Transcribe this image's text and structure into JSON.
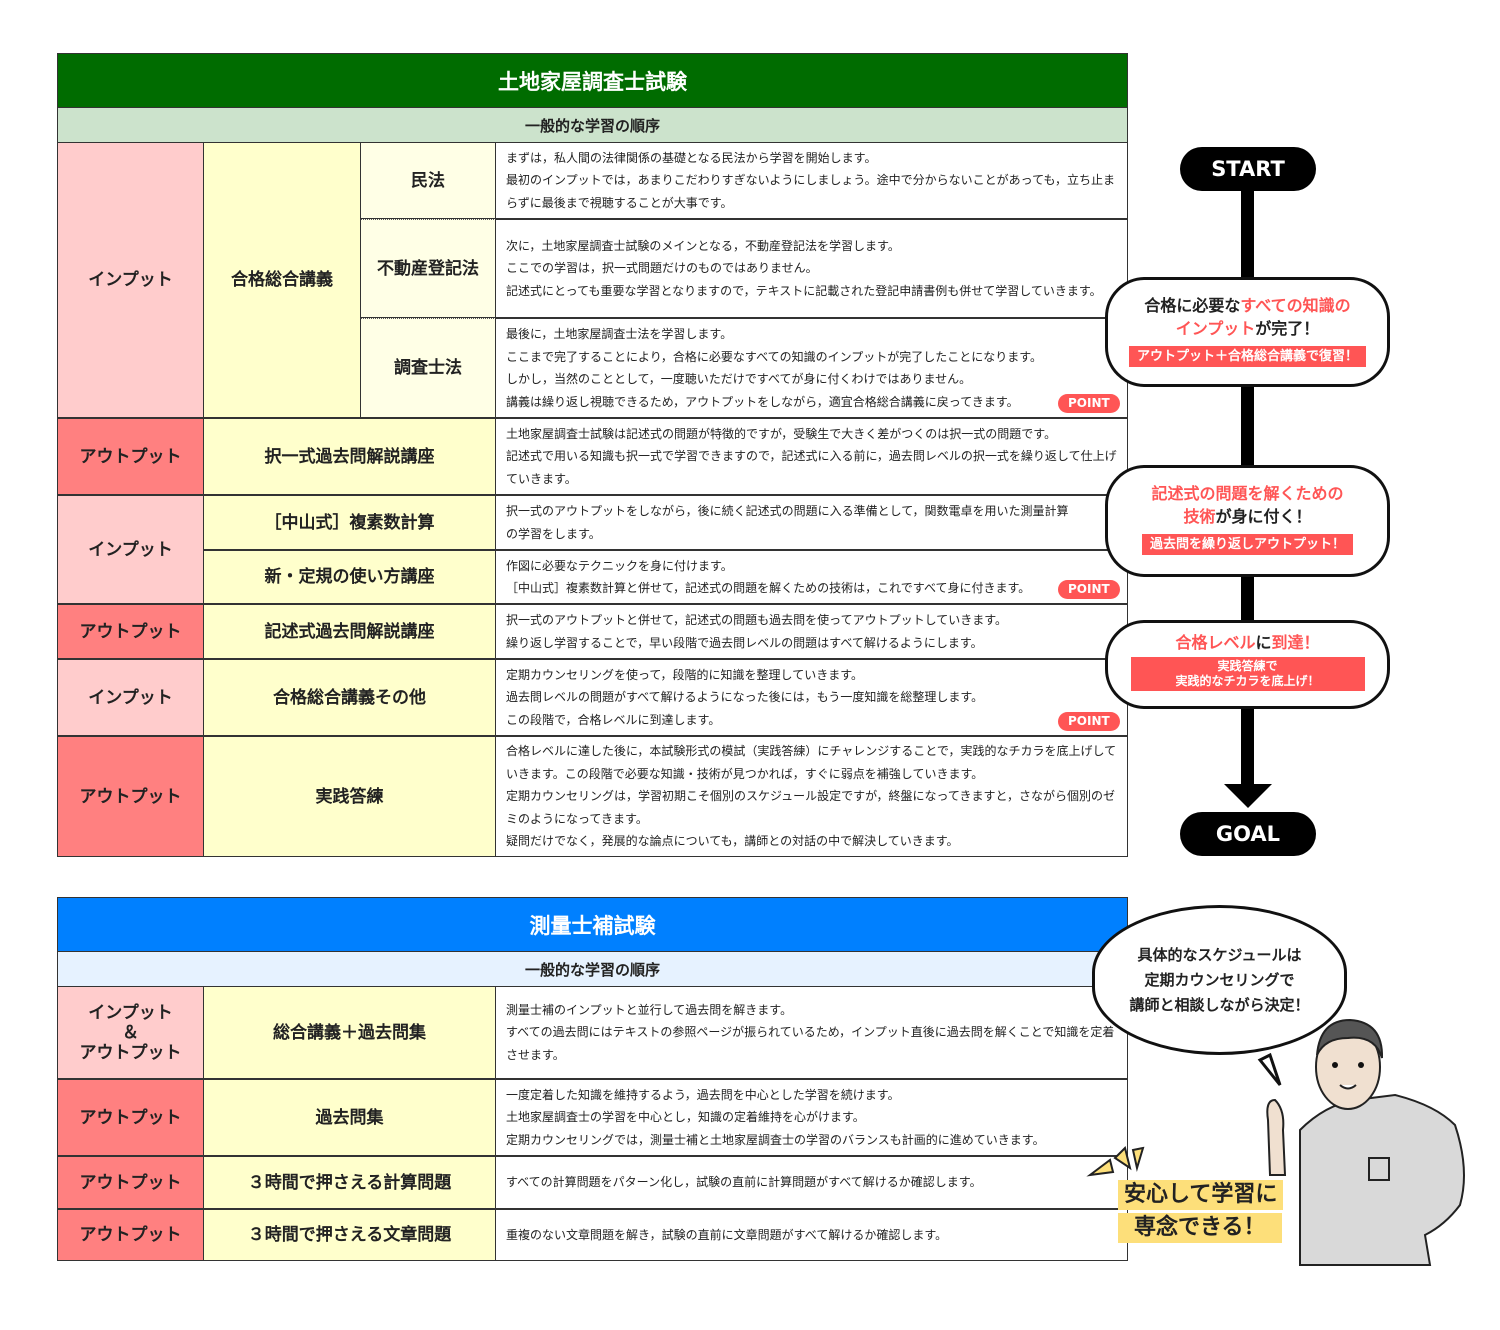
{
  "table1": {
    "title": "土地家屋調査士試験",
    "subtitle": "一般的な学習の順序",
    "rows": [
      {
        "phase": "インプット",
        "course": "合格総合講義",
        "subs": [
          {
            "name": "民法",
            "lines": [
              "まずは，私人間の法律関係の基礎となる民法から学習を開始します。",
              "最初のインプットでは，あまりこだわりすぎないようにしましょう。途中で分からないことがあっても，立ち止まらずに最後まで視聴することが大事です。"
            ]
          },
          {
            "name": "不動産登記法",
            "lines": [
              "次に，土地家屋調査士試験のメインとなる，不動産登記法を学習します。",
              "ここでの学習は，択一式問題だけのものではありません。",
              "記述式にとっても重要な学習となりますので，テキストに記載された登記申請書例も併せて学習していきます。"
            ]
          },
          {
            "name": "調査士法",
            "lines": [
              "最後に，土地家屋調査士法を学習します。",
              "ここまで完了することにより，合格に必要なすべての知識のインプットが完了したことになります。",
              "しかし，当然のこととして，一度聴いただけですべてが身に付くわけではありません。",
              "講義は繰り返し視聴できるため，アウトプットをしながら，適宜合格総合講義に戻ってきます。"
            ],
            "point": "POINT"
          }
        ]
      },
      {
        "phase": "アウトプット",
        "course": "択一式過去問解説講座",
        "lines": [
          "土地家屋調査士試験は記述式の問題が特徴的ですが，受験生で大きく差がつくのは択一式の問題です。",
          "記述式で用いる知識も択一式で学習できますので，記述式に入る前に，過去問レベルの択一式を繰り返して仕上げていきます。"
        ]
      },
      {
        "phase": "インプット",
        "course": "［中山式］複素数計算",
        "lines": [
          "択一式のアウトプットをしながら，後に続く記述式の問題に入る準備として，関数電卓を用いた測量計算の学習をします。"
        ]
      },
      {
        "phase": "",
        "course": "新・定規の使い方講座",
        "lines": [
          "作図に必要なテクニックを身に付けます。",
          "［中山式］複素数計算と併せて，記述式の問題を解くための技術は，これですべて身に付きます。"
        ],
        "point": "POINT"
      },
      {
        "phase": "アウトプット",
        "course": "記述式過去問解説講座",
        "lines": [
          "択一式のアウトプットと併せて，記述式の問題も過去問を使ってアウトプットしていきます。",
          "繰り返し学習することで，早い段階で過去問レベルの問題はすべて解けるようにします。"
        ]
      },
      {
        "phase": "インプット",
        "course": "合格総合講義その他",
        "lines": [
          "定期カウンセリングを使って，段階的に知識を整理していきます。",
          "過去問レベルの問題がすべて解けるようになった後には，もう一度知識を総整理します。",
          "この段階で，合格レベルに到達します。"
        ],
        "point": "POINT"
      },
      {
        "phase": "アウトプット",
        "course": "実践答練",
        "lines": [
          "合格レベルに達した後に，本試験形式の模試（実践答練）にチャレンジすることで，実践的なチカラを底上げしていきます。この段階で必要な知識・技術が見つかれば，すぐに弱点を補強していきます。",
          "定期カウンセリングは，学習初期こそ個別のスケジュール設定ですが，終盤になってきますと，さながら個別のゼミのようになってきます。",
          "疑問だけでなく，発展的な論点についても，講師との対話の中で解決していきます。"
        ]
      }
    ]
  },
  "table2": {
    "title": "測量士補試験",
    "subtitle": "一般的な学習の順序",
    "rows": [
      {
        "phase": "インプット\n＆\nアウトプット",
        "course": "総合講義＋過去問集",
        "lines": [
          "測量士補のインプットと並行して過去問を解きます。",
          "すべての過去問にはテキストの参照ページが振られているため，インプット直後に過去問を解くことで知識を定着させます。"
        ]
      },
      {
        "phase": "アウトプット",
        "course": "過去問集",
        "lines": [
          "一度定着した知識を維持するよう，過去問を中心とした学習を続けます。",
          "土地家屋調査士の学習を中心とし，知識の定着維持を心がけます。",
          "定期カウンセリングでは，測量士補と土地家屋調査士の学習のバランスも計画的に進めていきます。"
        ]
      },
      {
        "phase": "アウトプット",
        "course": "３時間で押さえる計算問題",
        "lines": [
          "すべての計算問題をパターン化し，試験の直前に計算問題がすべて解けるか確認します。"
        ]
      },
      {
        "phase": "アウトプット",
        "course": "３時間で押さえる文章問題",
        "lines": [
          "重複のない文章問題を解き，試験の直前に文章問題がすべて解けるか確認します。"
        ]
      }
    ]
  },
  "flow": {
    "start": "START",
    "goal": "GOAL",
    "bubble1": {
      "a": "合格に必要な",
      "b": "すべての知識の",
      "c": "インプット",
      "d": "が完了！",
      "band": "アウトプット＋合格総合講義で復習！"
    },
    "bubble2": {
      "a": "記述式の問題を解くための",
      "b": "技術",
      "c": "が身に付く！",
      "band": "過去問を繰り返しアウトプット！"
    },
    "bubble3": {
      "a": "合格レベル",
      "b": "に",
      "c": "到達！",
      "band1": "実践答練で",
      "band2": "実践的なチカラを底上げ！"
    }
  },
  "character": {
    "speech": [
      "具体的なスケジュールは",
      "定期カウンセリングで",
      "講師と相談しながら決定！"
    ],
    "caption1": "安心して学習に",
    "caption2": "専念できる！"
  },
  "colors": {
    "green": "#006c00",
    "light_green": "#cce3cc",
    "blue": "#0080ff",
    "light_blue": "#e6f2ff",
    "input": "#ffcccc",
    "output": "#ff8080",
    "course": "#ffffcc",
    "accent": "#ff5555"
  }
}
